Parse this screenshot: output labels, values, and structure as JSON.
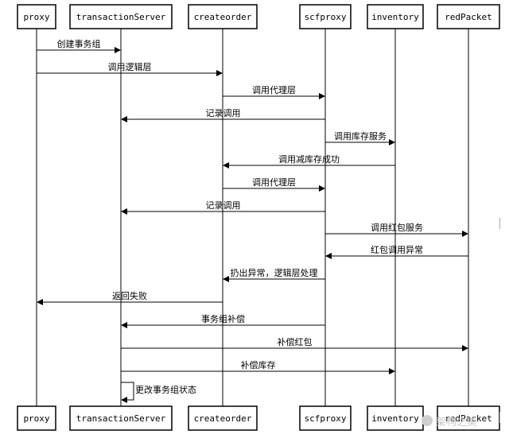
{
  "participants": [
    {
      "id": "proxy",
      "label": "proxy"
    },
    {
      "id": "transactionServer",
      "label": "transactionServer"
    },
    {
      "id": "createorder",
      "label": "createorder"
    },
    {
      "id": "scfproxy",
      "label": "scfproxy"
    },
    {
      "id": "inventory",
      "label": "inventory"
    },
    {
      "id": "redPacket",
      "label": "redPacket"
    }
  ],
  "messages": [
    {
      "from": "proxy",
      "to": "transactionServer",
      "label": "创建事务组"
    },
    {
      "from": "proxy",
      "to": "createorder",
      "label": "调用逻辑层"
    },
    {
      "from": "createorder",
      "to": "scfproxy",
      "label": "调用代理层"
    },
    {
      "from": "scfproxy",
      "to": "transactionServer",
      "label": "记录调用"
    },
    {
      "from": "scfproxy",
      "to": "inventory",
      "label": "调用库存服务"
    },
    {
      "from": "inventory",
      "to": "createorder",
      "label": "调用减库存成功"
    },
    {
      "from": "createorder",
      "to": "scfproxy",
      "label": "调用代理层"
    },
    {
      "from": "scfproxy",
      "to": "transactionServer",
      "label": "记录调用"
    },
    {
      "from": "scfproxy",
      "to": "redPacket",
      "label": "调用红包服务"
    },
    {
      "from": "redPacket",
      "to": "scfproxy",
      "label": "红包调用异常"
    },
    {
      "from": "scfproxy",
      "to": "createorder",
      "label": "扔出异常，逻辑层处理"
    },
    {
      "from": "createorder",
      "to": "proxy",
      "label": "返回失败"
    },
    {
      "from": "scfproxy",
      "to": "transactionServer",
      "label": "事务组补偿"
    },
    {
      "from": "transactionServer",
      "to": "redPacket",
      "label": "补偿红包"
    },
    {
      "from": "transactionServer",
      "to": "inventory",
      "label": "补偿库存"
    },
    {
      "from": "transactionServer",
      "to": "transactionServer",
      "label": "更改事务组状态"
    }
  ],
  "watermark": {
    "text": "架构之美",
    "icon": "wechat-icon"
  }
}
